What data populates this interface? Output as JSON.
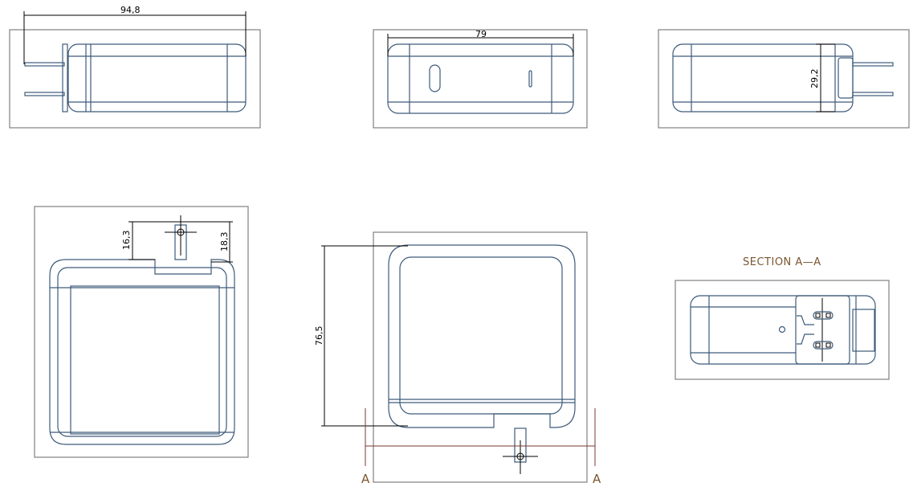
{
  "dimensions": {
    "length": "94,8",
    "width": "79",
    "height": "29,2",
    "pin_to_body": "16,3",
    "pin_total": "18,3",
    "body_depth": "76,5"
  },
  "section": {
    "title": "SECTION A—A",
    "marker_left": "A",
    "marker_right": "A"
  },
  "colors": {
    "outline": "#3d5a7a",
    "frame": "#808080",
    "section": "#7a5530"
  }
}
